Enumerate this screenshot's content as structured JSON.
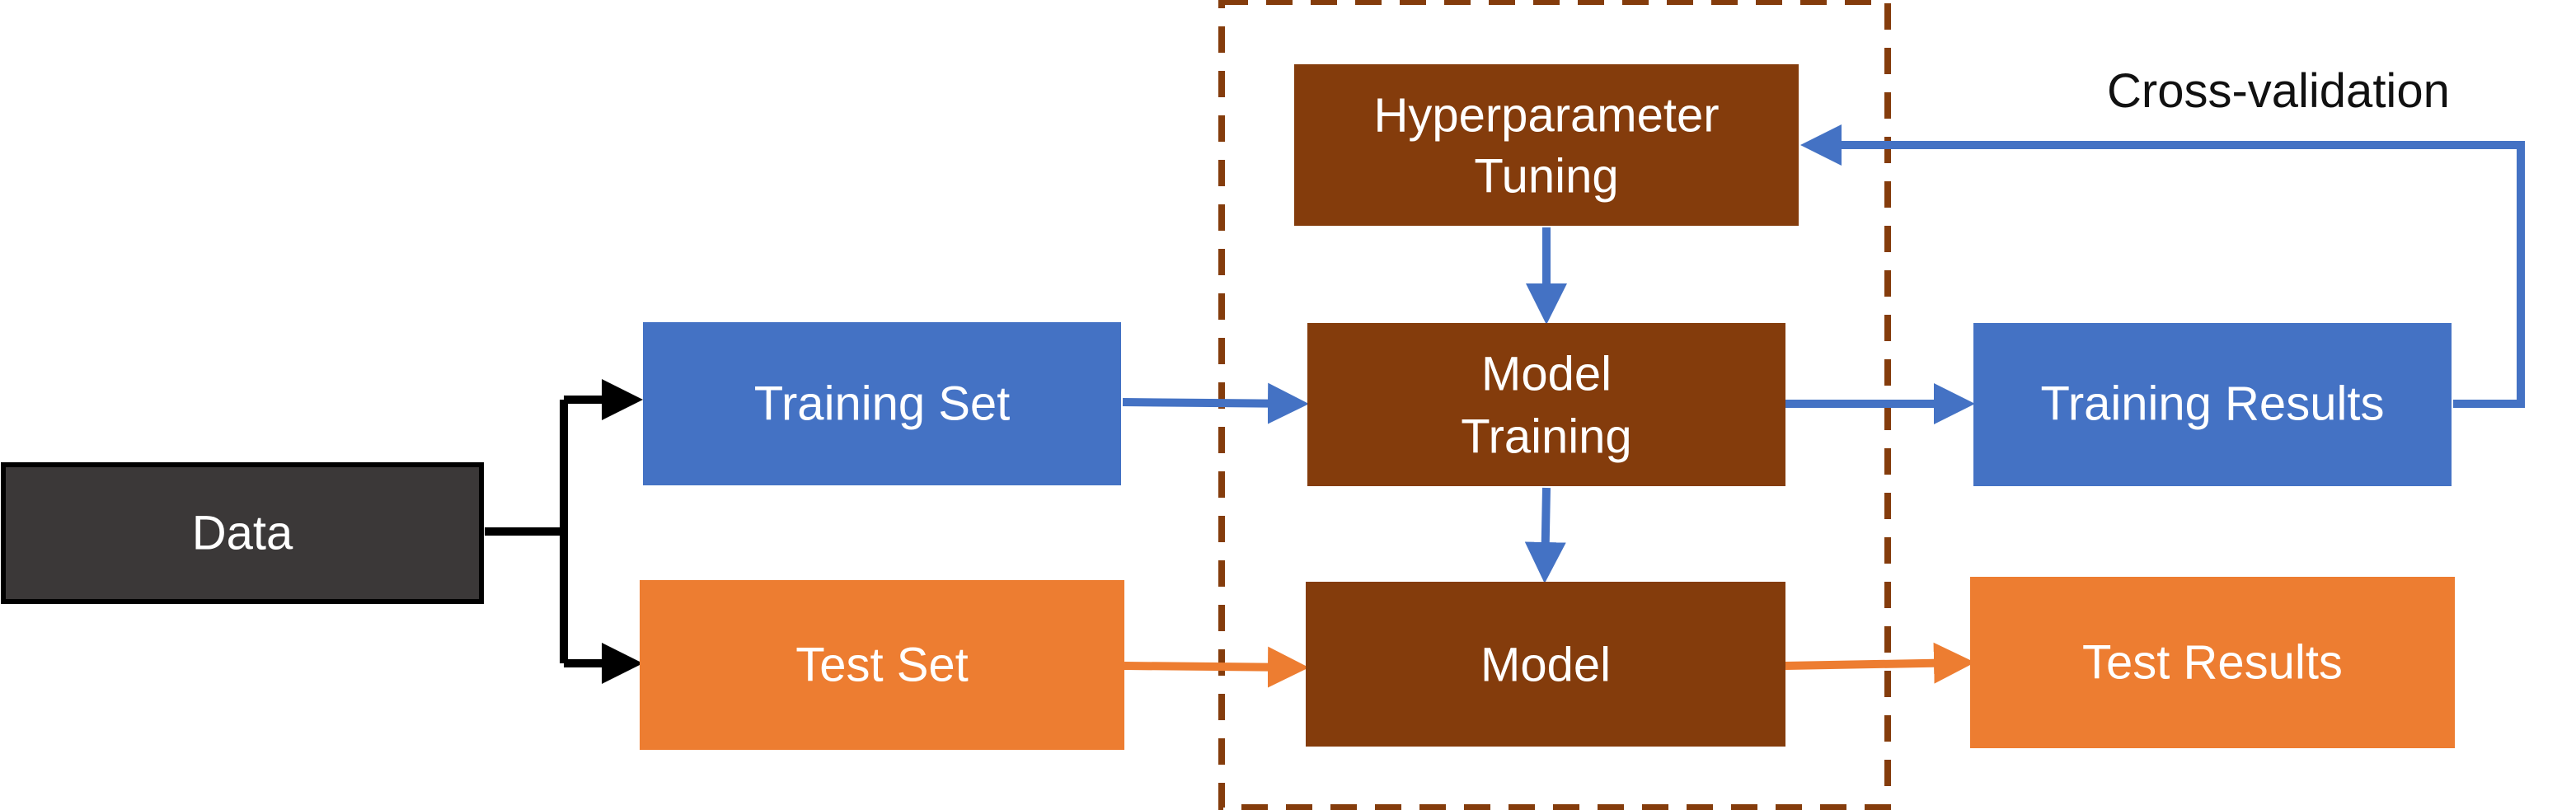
{
  "colors": {
    "blue": "#4472C4",
    "orange": "#ED7D31",
    "brown": "#843C0C",
    "dark": "#3B3838",
    "black": "#000000",
    "white": "#FFFFFF"
  },
  "nodes": {
    "data": "Data",
    "training_set": "Training Set",
    "test_set": "Test Set",
    "hyperparameter_tuning": [
      "Hyperparameter",
      "Tuning"
    ],
    "model_training": [
      "Model",
      "Training"
    ],
    "model": "Model",
    "training_results": "Training Results",
    "test_results": "Test Results"
  },
  "annotations": {
    "cross_validation": "Cross-validation"
  },
  "edges": [
    {
      "from": "Data",
      "to": "Training Set",
      "color": "black"
    },
    {
      "from": "Data",
      "to": "Test Set",
      "color": "black"
    },
    {
      "from": "Training Set",
      "to": "Model Training",
      "color": "blue"
    },
    {
      "from": "Hyperparameter Tuning",
      "to": "Model Training",
      "color": "blue"
    },
    {
      "from": "Model Training",
      "to": "Model",
      "color": "blue"
    },
    {
      "from": "Model Training",
      "to": "Training Results",
      "color": "blue"
    },
    {
      "from": "Training Results",
      "to": "Hyperparameter Tuning",
      "color": "blue",
      "label": "Cross-validation"
    },
    {
      "from": "Test Set",
      "to": "Model",
      "color": "orange"
    },
    {
      "from": "Model",
      "to": "Test Results",
      "color": "orange"
    }
  ]
}
